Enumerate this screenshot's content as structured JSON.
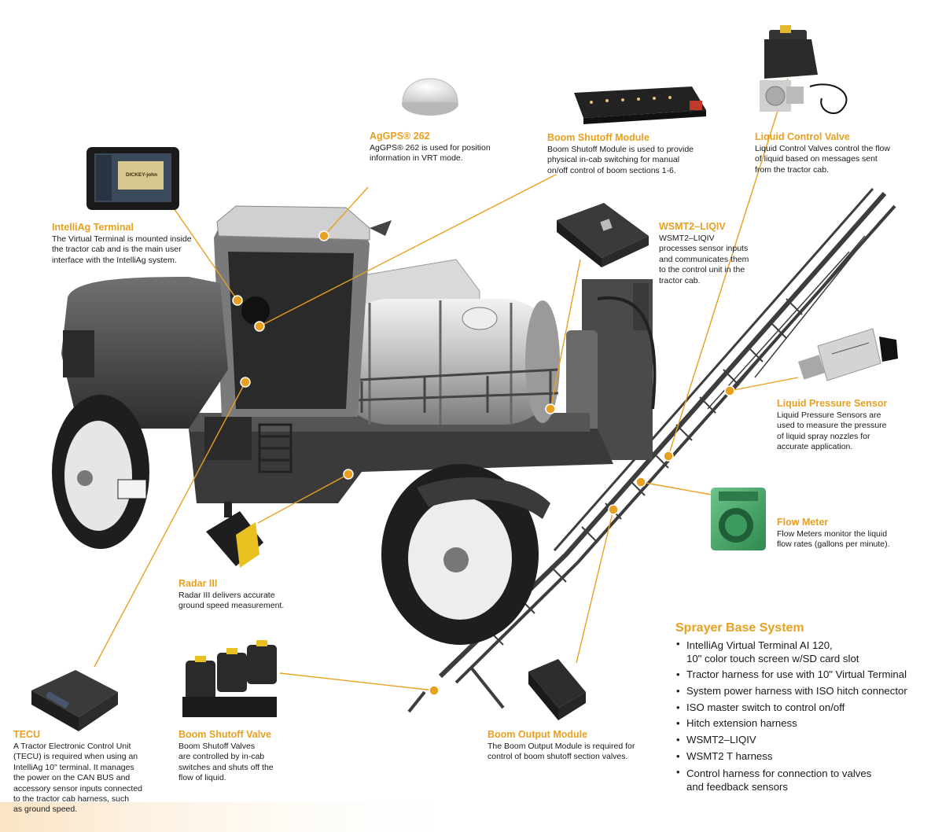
{
  "components": [
    {
      "id": "agps",
      "title": "AgGPS® 262",
      "description": [
        "AgGPS® 262 is used for position",
        "information in VRT mode."
      ],
      "icon": "gps-antenna-icon"
    },
    {
      "id": "boom_shutoff_module",
      "title": "Boom Shutoff Module",
      "description": [
        "Boom Shutoff Module is used to provide",
        "physical in-cab switching for manual",
        "on/off control of boom sections 1-6."
      ],
      "icon": "switch-panel-icon"
    },
    {
      "id": "liquid_control_valve",
      "title": "Liquid Control Valve",
      "description": [
        "Liquid Control Valves control the flow",
        "of liquid based on messages sent",
        "from the tractor cab."
      ],
      "icon": "valve-icon"
    },
    {
      "id": "intelliag_terminal",
      "title": "IntelliAg Terminal",
      "description": [
        "The Virtual Terminal is mounted inside",
        "the tractor cab and is the main user",
        "interface with the IntelliAg system."
      ],
      "icon": "terminal-icon"
    },
    {
      "id": "wsmt2",
      "title": "WSMT2–LIQIV",
      "description": [
        "WSMT2–LIQIV",
        "processes sensor inputs",
        "and communicates them",
        "to the control unit in the",
        "tractor cab."
      ],
      "icon": "controller-module-icon"
    },
    {
      "id": "liquid_pressure_sensor",
      "title": "Liquid Pressure Sensor",
      "description": [
        "Liquid Pressure Sensors are",
        "used to measure the pressure",
        "of liquid spray nozzles for",
        "accurate application."
      ],
      "icon": "pressure-sensor-icon"
    },
    {
      "id": "flow_meter",
      "title": "Flow Meter",
      "description": [
        "Flow Meters monitor the liquid",
        "flow rates (gallons per minute)."
      ],
      "icon": "flow-meter-icon"
    },
    {
      "id": "radar",
      "title": "Radar III",
      "description": [
        "Radar III delivers accurate",
        "ground speed measurement."
      ],
      "icon": "radar-icon"
    },
    {
      "id": "tecu",
      "title": "TECU",
      "description": [
        "A Tractor Electronic Control Unit",
        "(TECU) is required when using an",
        "IntelliAg 10\" terminal. It manages",
        "the power on the CAN BUS and",
        "accessory sensor inputs connected",
        "to the tractor cab  harness, such",
        "as ground speed."
      ],
      "icon": "ecu-icon"
    },
    {
      "id": "boom_shutoff_valve",
      "title": "Boom Shutoff Valve",
      "description": [
        "Boom Shutoff Valves",
        "are controlled by in-cab",
        "switches and shuts off the",
        "flow of liquid."
      ],
      "icon": "shutoff-valve-icon"
    },
    {
      "id": "boom_output_module",
      "title": "Boom Output Module",
      "description": [
        "The Boom Output Module is required for",
        "control of boom shutoff section valves."
      ],
      "icon": "output-module-icon"
    }
  ],
  "terminal_screen_text": "DICKEY-john",
  "system": {
    "title": "Sprayer Base System",
    "items": [
      [
        "IntelliAg Virtual Terminal AI 120,",
        "10\" color touch screen w/SD card slot"
      ],
      [
        "Tractor harness for use with 10\" Virtual Terminal"
      ],
      [
        "System power harness with ISO hitch connector"
      ],
      [
        "ISO master switch to control on/off"
      ],
      [
        "Hitch extension harness"
      ],
      [
        "WSMT2–LIQIV"
      ],
      [
        "WSMT2 T harness"
      ],
      [
        "Control harness for connection to valves",
        "and feedback sensors"
      ]
    ]
  },
  "colors": {
    "accent": "#e8a020",
    "machine": "#3a3a3a",
    "machine_light": "#8a8a8a",
    "flow_meter": "#4aa86a"
  }
}
